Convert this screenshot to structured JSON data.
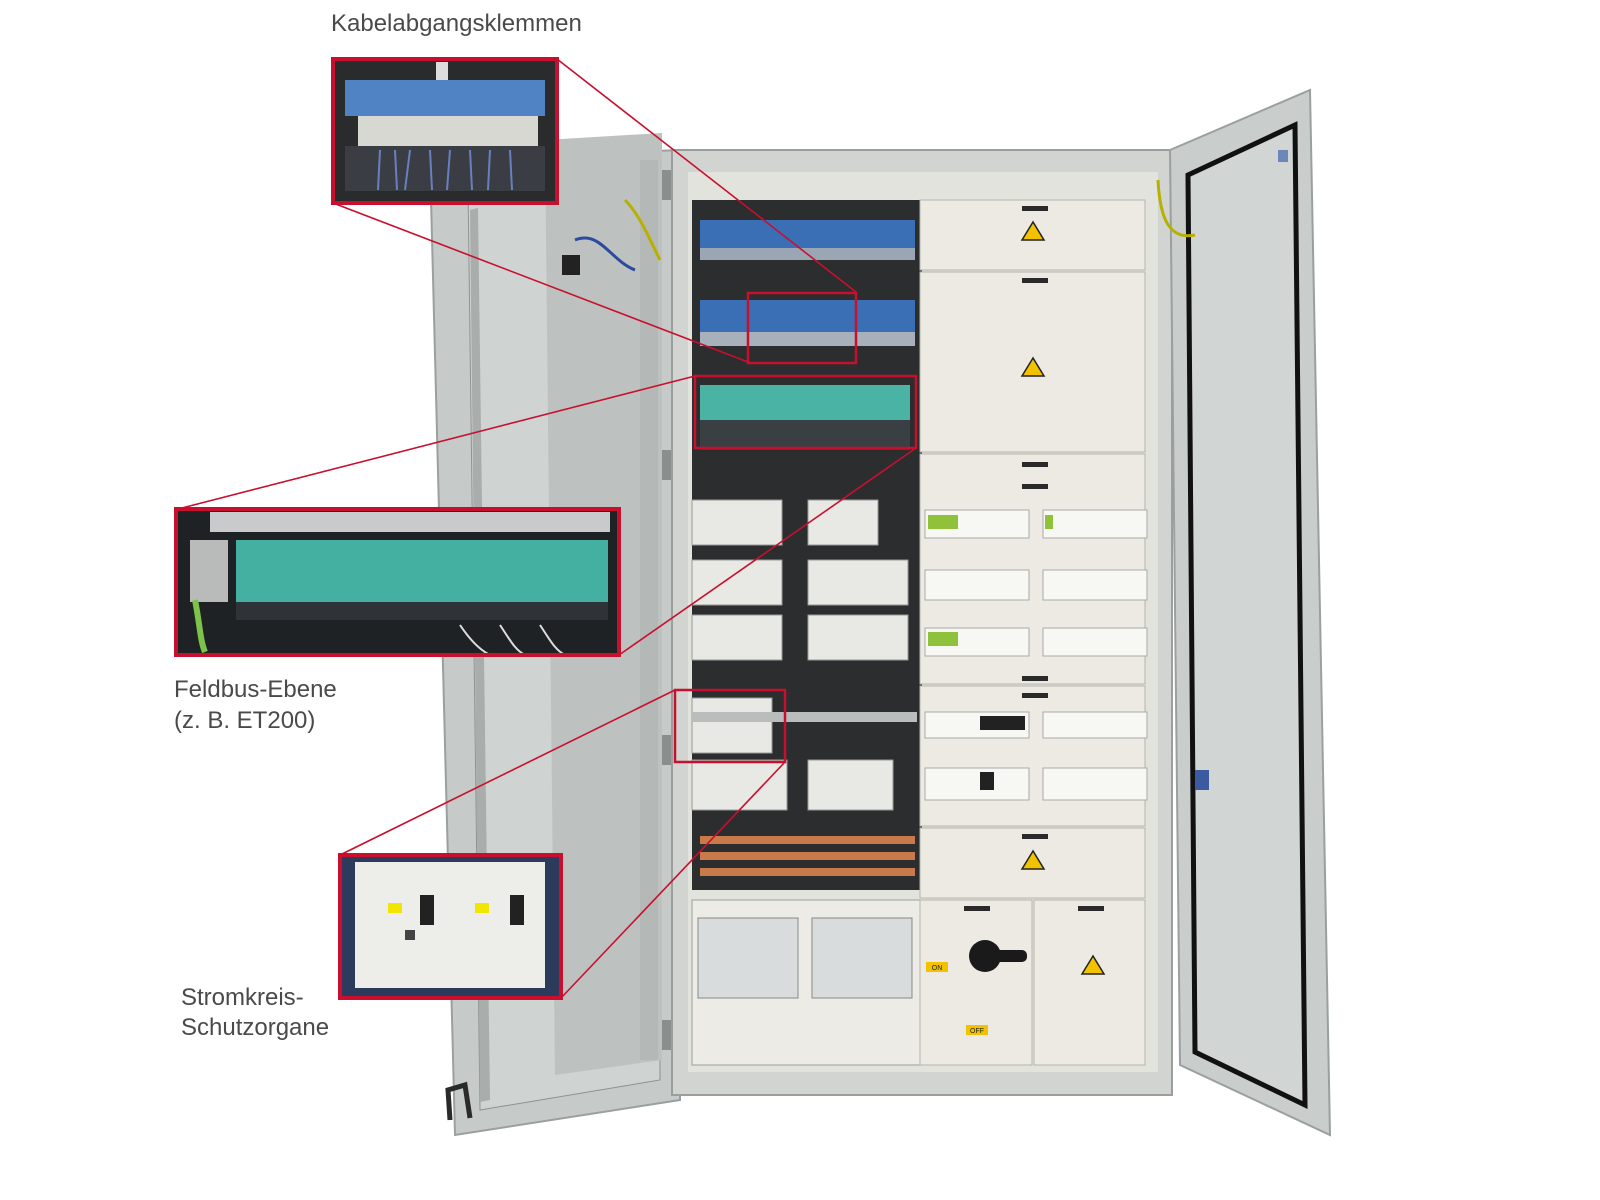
{
  "labels": {
    "kabel": "Kabelabgangsklemmen",
    "feldbus_line1": "Feldbus-Ebene",
    "feldbus_line2": "(z. B. ET200)",
    "strom_line1": "Stromkreis-",
    "strom_line2": "Schutzorgane"
  },
  "switch": {
    "on": "ON",
    "off": "OFF"
  },
  "colors": {
    "callout": "#c8102e",
    "cabinet": "#d4d7d4",
    "door": "#c9cdcb",
    "panel": "#eceae3",
    "terminal_blue": "#3b6fb5",
    "et200_teal": "#3fb3a6",
    "copper": "#c97a4a",
    "warning": "#f2c200"
  }
}
